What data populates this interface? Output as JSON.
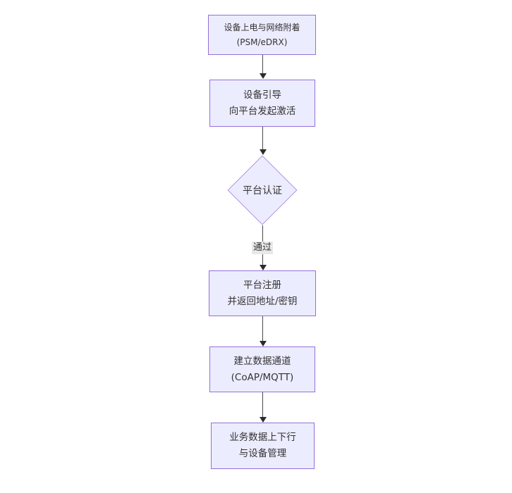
{
  "diagram_type": "flowchart",
  "colors": {
    "node_fill": "#ECECFF",
    "node_border": "#9370DB",
    "text": "#333333",
    "edge_line": "#4a4a4a",
    "arrowhead": "#2b2b2b",
    "edge_label_bg": "#e8e8e8",
    "background": "#ffffff"
  },
  "nodes": [
    {
      "name": "power-attach",
      "shape": "rect",
      "lines": [
        "设备上电与网络附着",
        "(PSM/eDRX)"
      ]
    },
    {
      "name": "bootstrap",
      "shape": "rect",
      "lines": [
        "设备引导",
        "向平台发起激活"
      ]
    },
    {
      "name": "platform-auth",
      "shape": "diamond",
      "lines": [
        "平台认证"
      ]
    },
    {
      "name": "register",
      "shape": "rect",
      "lines": [
        "平台注册",
        "并返回地址/密钥"
      ]
    },
    {
      "name": "data-channel",
      "shape": "rect",
      "lines": [
        "建立数据通道",
        "(CoAP/MQTT)"
      ]
    },
    {
      "name": "business-data",
      "shape": "rect",
      "lines": [
        "业务数据上下行",
        "与设备管理"
      ]
    }
  ],
  "edges": [
    {
      "from": "power-attach",
      "to": "bootstrap",
      "label": ""
    },
    {
      "from": "bootstrap",
      "to": "platform-auth",
      "label": ""
    },
    {
      "from": "platform-auth",
      "to": "register",
      "label": "通过"
    },
    {
      "from": "register",
      "to": "data-channel",
      "label": ""
    },
    {
      "from": "data-channel",
      "to": "business-data",
      "label": ""
    }
  ]
}
